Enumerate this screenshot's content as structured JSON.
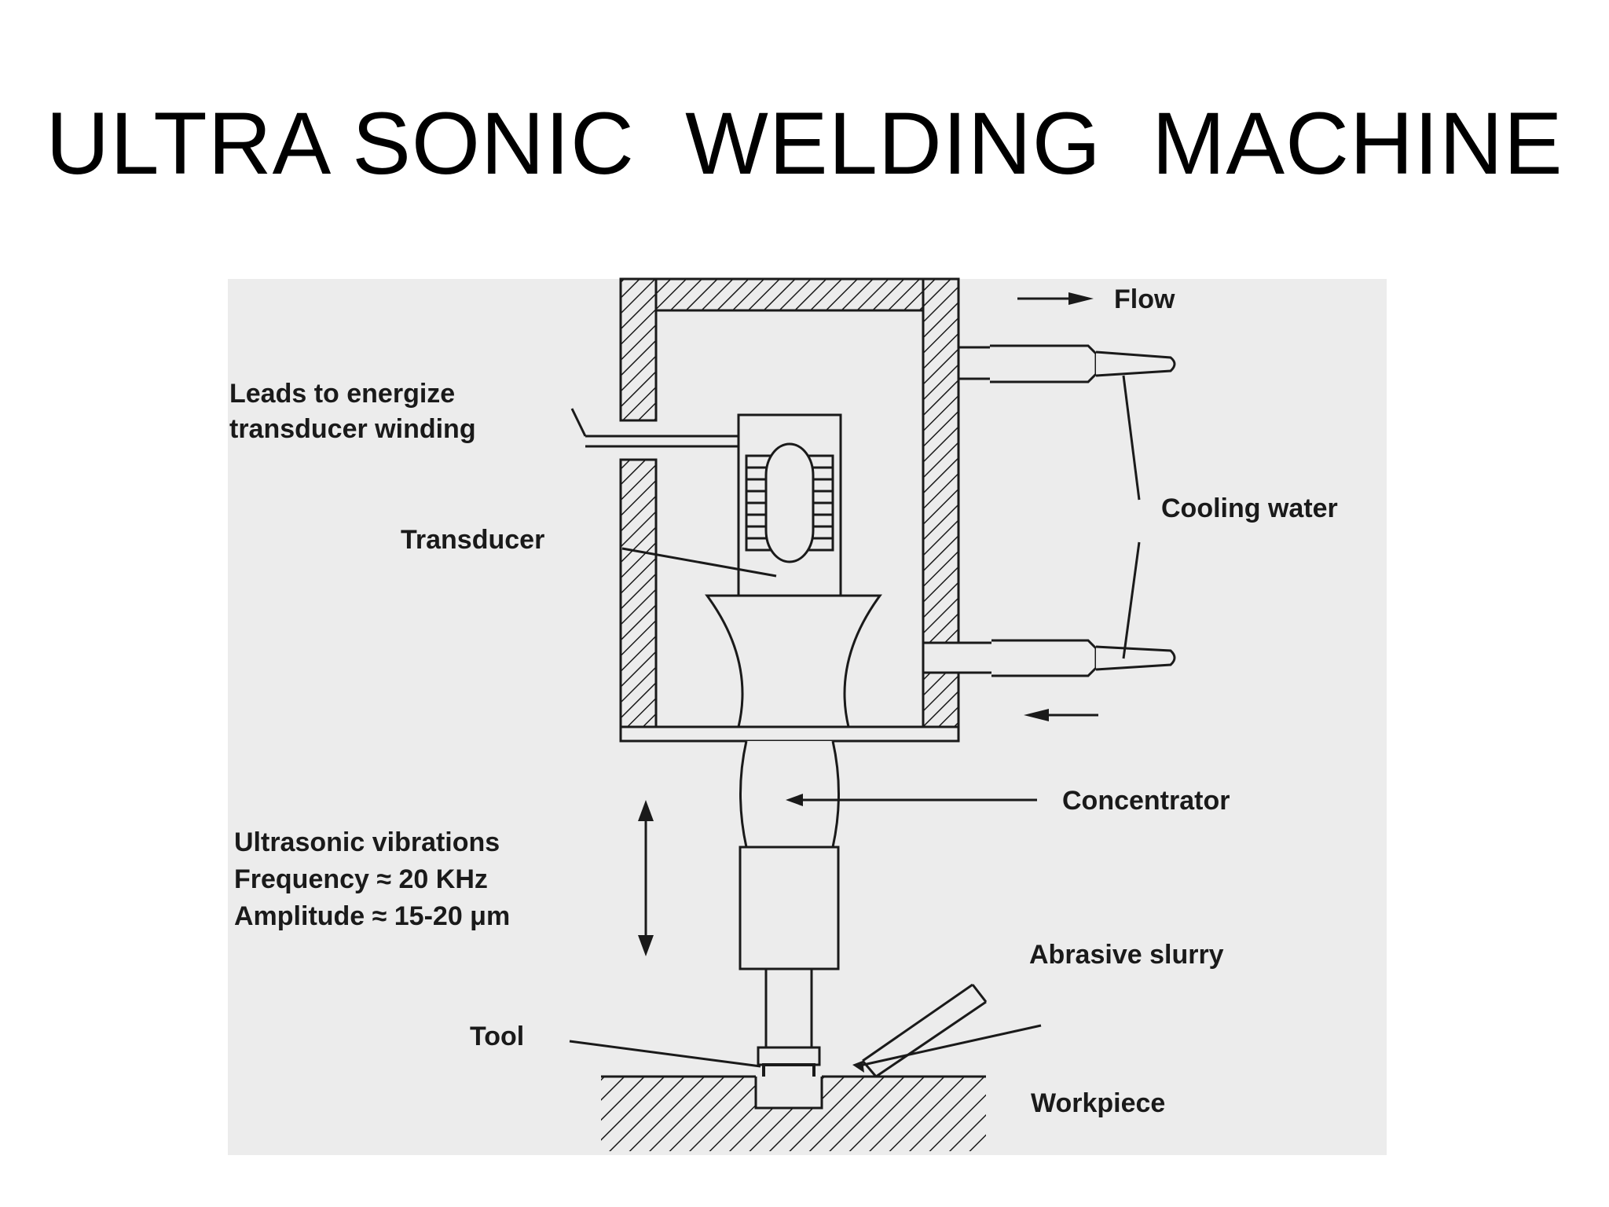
{
  "title": "ULTRA SONIC  WELDING  MACHINE",
  "colors": {
    "background": "#ffffff",
    "diagram_background": "#ececec",
    "line": "#1a1a1a"
  },
  "labels": {
    "flow": "Flow",
    "leads_line1": "Leads to energize",
    "leads_line2": "transducer winding",
    "transducer": "Transducer",
    "cooling_water": "Cooling water",
    "concentrator": "Concentrator",
    "vibrations_line1": "Ultrasonic vibrations",
    "vibrations_line2": "Frequency ≈ 20 KHz",
    "vibrations_line3": "Amplitude ≈ 15-20 μm",
    "abrasive_slurry": "Abrasive slurry",
    "tool": "Tool",
    "workpiece": "Workpiece"
  }
}
